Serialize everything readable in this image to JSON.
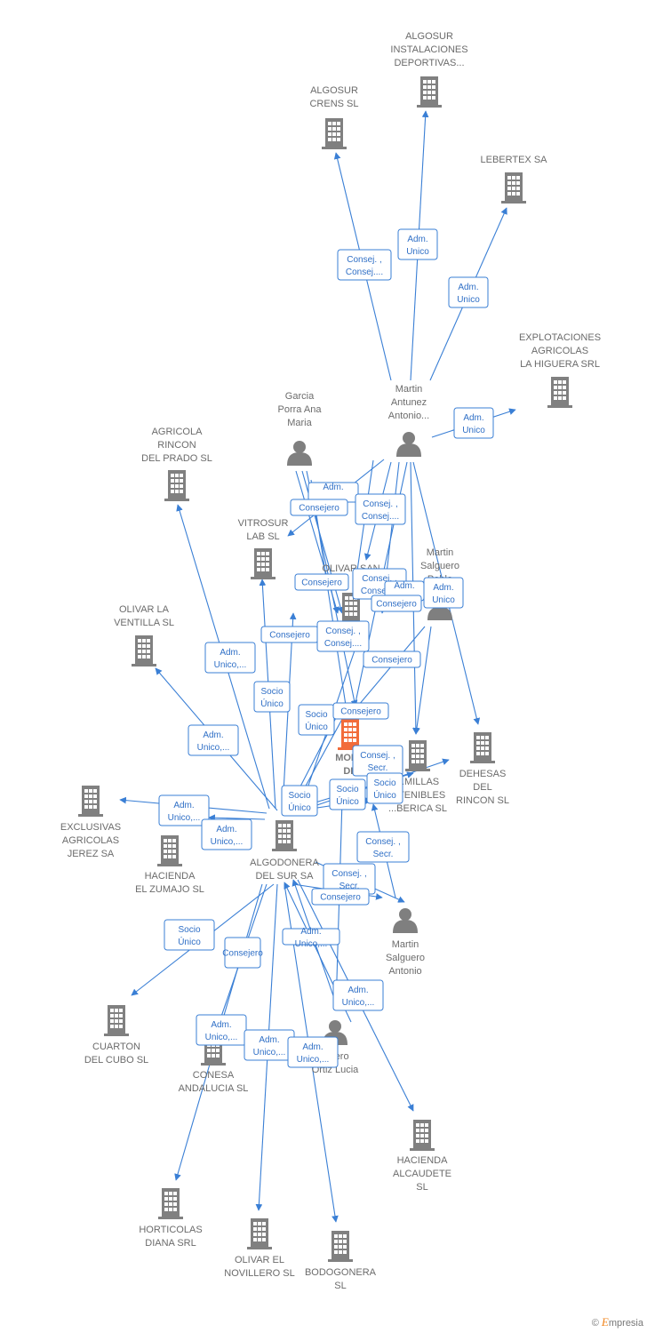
{
  "colors": {
    "edge": "#3a7fd5",
    "company": "#808080",
    "center": "#f26c3a",
    "person": "#7f7f7f"
  },
  "nodes": [
    {
      "id": "algosur_inst",
      "type": "company",
      "label": [
        "ALGOSUR",
        "INSTALACIONES",
        "DEPORTIVAS..."
      ]
    },
    {
      "id": "algosur_crens",
      "type": "company",
      "label": [
        "ALGOSUR",
        "CRENS  SL"
      ]
    },
    {
      "id": "lebertex",
      "type": "company",
      "label": [
        "LEBERTEX SA"
      ]
    },
    {
      "id": "explotaciones",
      "type": "company",
      "label": [
        "EXPLOTACIONES",
        "AGRICOLAS",
        "LA HIGUERA SRL"
      ]
    },
    {
      "id": "martin_antunez",
      "type": "person",
      "label": [
        "Martin",
        "Antunez",
        "Antonio..."
      ]
    },
    {
      "id": "garcia",
      "type": "person",
      "label": [
        "Garcia",
        "Porra Ana",
        "Maria"
      ]
    },
    {
      "id": "agricola_rincon",
      "type": "company",
      "label": [
        "AGRICOLA",
        "RINCON",
        "DEL PRADO SL"
      ]
    },
    {
      "id": "vitrosur",
      "type": "company",
      "label": [
        "VITROSUR",
        "LAB SL"
      ]
    },
    {
      "id": "olivar_san",
      "type": "company",
      "label": [
        "OLIVAR SAN"
      ]
    },
    {
      "id": "martin_salguero_pablo",
      "type": "person",
      "label": [
        "Martin",
        "Salguero",
        "Pablo"
      ]
    },
    {
      "id": "olivar_ventilla",
      "type": "company",
      "label": [
        "OLIVAR LA",
        "VENTILLA  SL"
      ]
    },
    {
      "id": "molinos",
      "type": "center",
      "label": [
        "MOL...",
        "DE",
        "GUAD..."
      ]
    },
    {
      "id": "semillas",
      "type": "company",
      "label": [
        "...MILLAS",
        "...TENIBLES",
        "...BERICA SL"
      ]
    },
    {
      "id": "dehesas",
      "type": "company",
      "label": [
        "DEHESAS",
        "DEL",
        "RINCON  SL"
      ]
    },
    {
      "id": "exclusivas",
      "type": "company",
      "label": [
        "EXCLUSIVAS",
        "AGRICOLAS",
        "JEREZ SA"
      ]
    },
    {
      "id": "hacienda_zumajo",
      "type": "company",
      "label": [
        "HACIENDA",
        "EL ZUMAJO  SL"
      ]
    },
    {
      "id": "algodonera",
      "type": "company",
      "label": [
        "ALGODONERA",
        "DEL SUR SA"
      ]
    },
    {
      "id": "martin_salguero_antonio",
      "type": "person",
      "label": [
        "Martin",
        "Salguero",
        "Antonio"
      ]
    },
    {
      "id": "cuarton",
      "type": "company",
      "label": [
        "CUARTON",
        "DEL CUBO SL"
      ]
    },
    {
      "id": "conesa",
      "type": "company",
      "label": [
        "CONESA",
        "ANDALUCIA  SL"
      ]
    },
    {
      "id": "salguero_ortiz",
      "type": "person",
      "label": [
        "...gero",
        "Ortiz Lucia"
      ]
    },
    {
      "id": "hacienda_alcaudete",
      "type": "company",
      "label": [
        "HACIENDA",
        "ALCAUDETE",
        "SL"
      ]
    },
    {
      "id": "horticolas",
      "type": "company",
      "label": [
        "HORTICOLAS",
        "DIANA SRL"
      ]
    },
    {
      "id": "olivar_novillero",
      "type": "company",
      "label": [
        "OLIVAR EL",
        "NOVILLERO  SL"
      ]
    },
    {
      "id": "bodogonera",
      "type": "company",
      "label": [
        "BODOGONERA",
        "SL"
      ]
    }
  ],
  "edge_labels": [
    [
      "Adm.",
      "Unico"
    ],
    [
      "Consej. ,",
      "Consej...."
    ],
    [
      "Adm.",
      "Unico"
    ],
    [
      "Adm.",
      "Unico"
    ],
    [
      "Adm.",
      "..."
    ],
    [
      "Consejero"
    ],
    [
      "Consej. ,",
      "Consej...."
    ],
    [
      "Consejero"
    ],
    [
      "Consej. ,",
      "Consej...."
    ],
    [
      "Adm.",
      "..."
    ],
    [
      "Consejero"
    ],
    [
      "Adm.",
      "Unico"
    ],
    [
      "Adm.",
      "Unico,..."
    ],
    [
      "Consejero"
    ],
    [
      "Consej. ,",
      "Consej...."
    ],
    [
      "Consejero"
    ],
    [
      "Socio",
      "Único"
    ],
    [
      "Socio",
      "Único"
    ],
    [
      "Consejero"
    ],
    [
      "Adm.",
      "Unico,..."
    ],
    [
      "Consej. ,",
      "Secr."
    ],
    [
      "Socio",
      "Único"
    ],
    [
      "Socio",
      "Único"
    ],
    [
      "Socio",
      "Único"
    ],
    [
      "Adm.",
      "Unico,..."
    ],
    [
      "Adm.",
      "Unico,..."
    ],
    [
      "Consej. ,",
      "Secr."
    ],
    [
      "Consej. ,",
      "Secr."
    ],
    [
      "Consejero"
    ],
    [
      "Adm.",
      "Unico,..."
    ],
    [
      "Socio",
      "Único"
    ],
    [
      "Consejero"
    ],
    [
      "Adm.",
      "Unico,..."
    ],
    [
      "Adm.",
      "Unico,..."
    ],
    [
      "Adm.",
      "Unico,..."
    ],
    [
      "Adm.",
      "Unico,..."
    ]
  ],
  "brand": {
    "copyright": "©",
    "initial": "E",
    "rest": "mpresia"
  }
}
